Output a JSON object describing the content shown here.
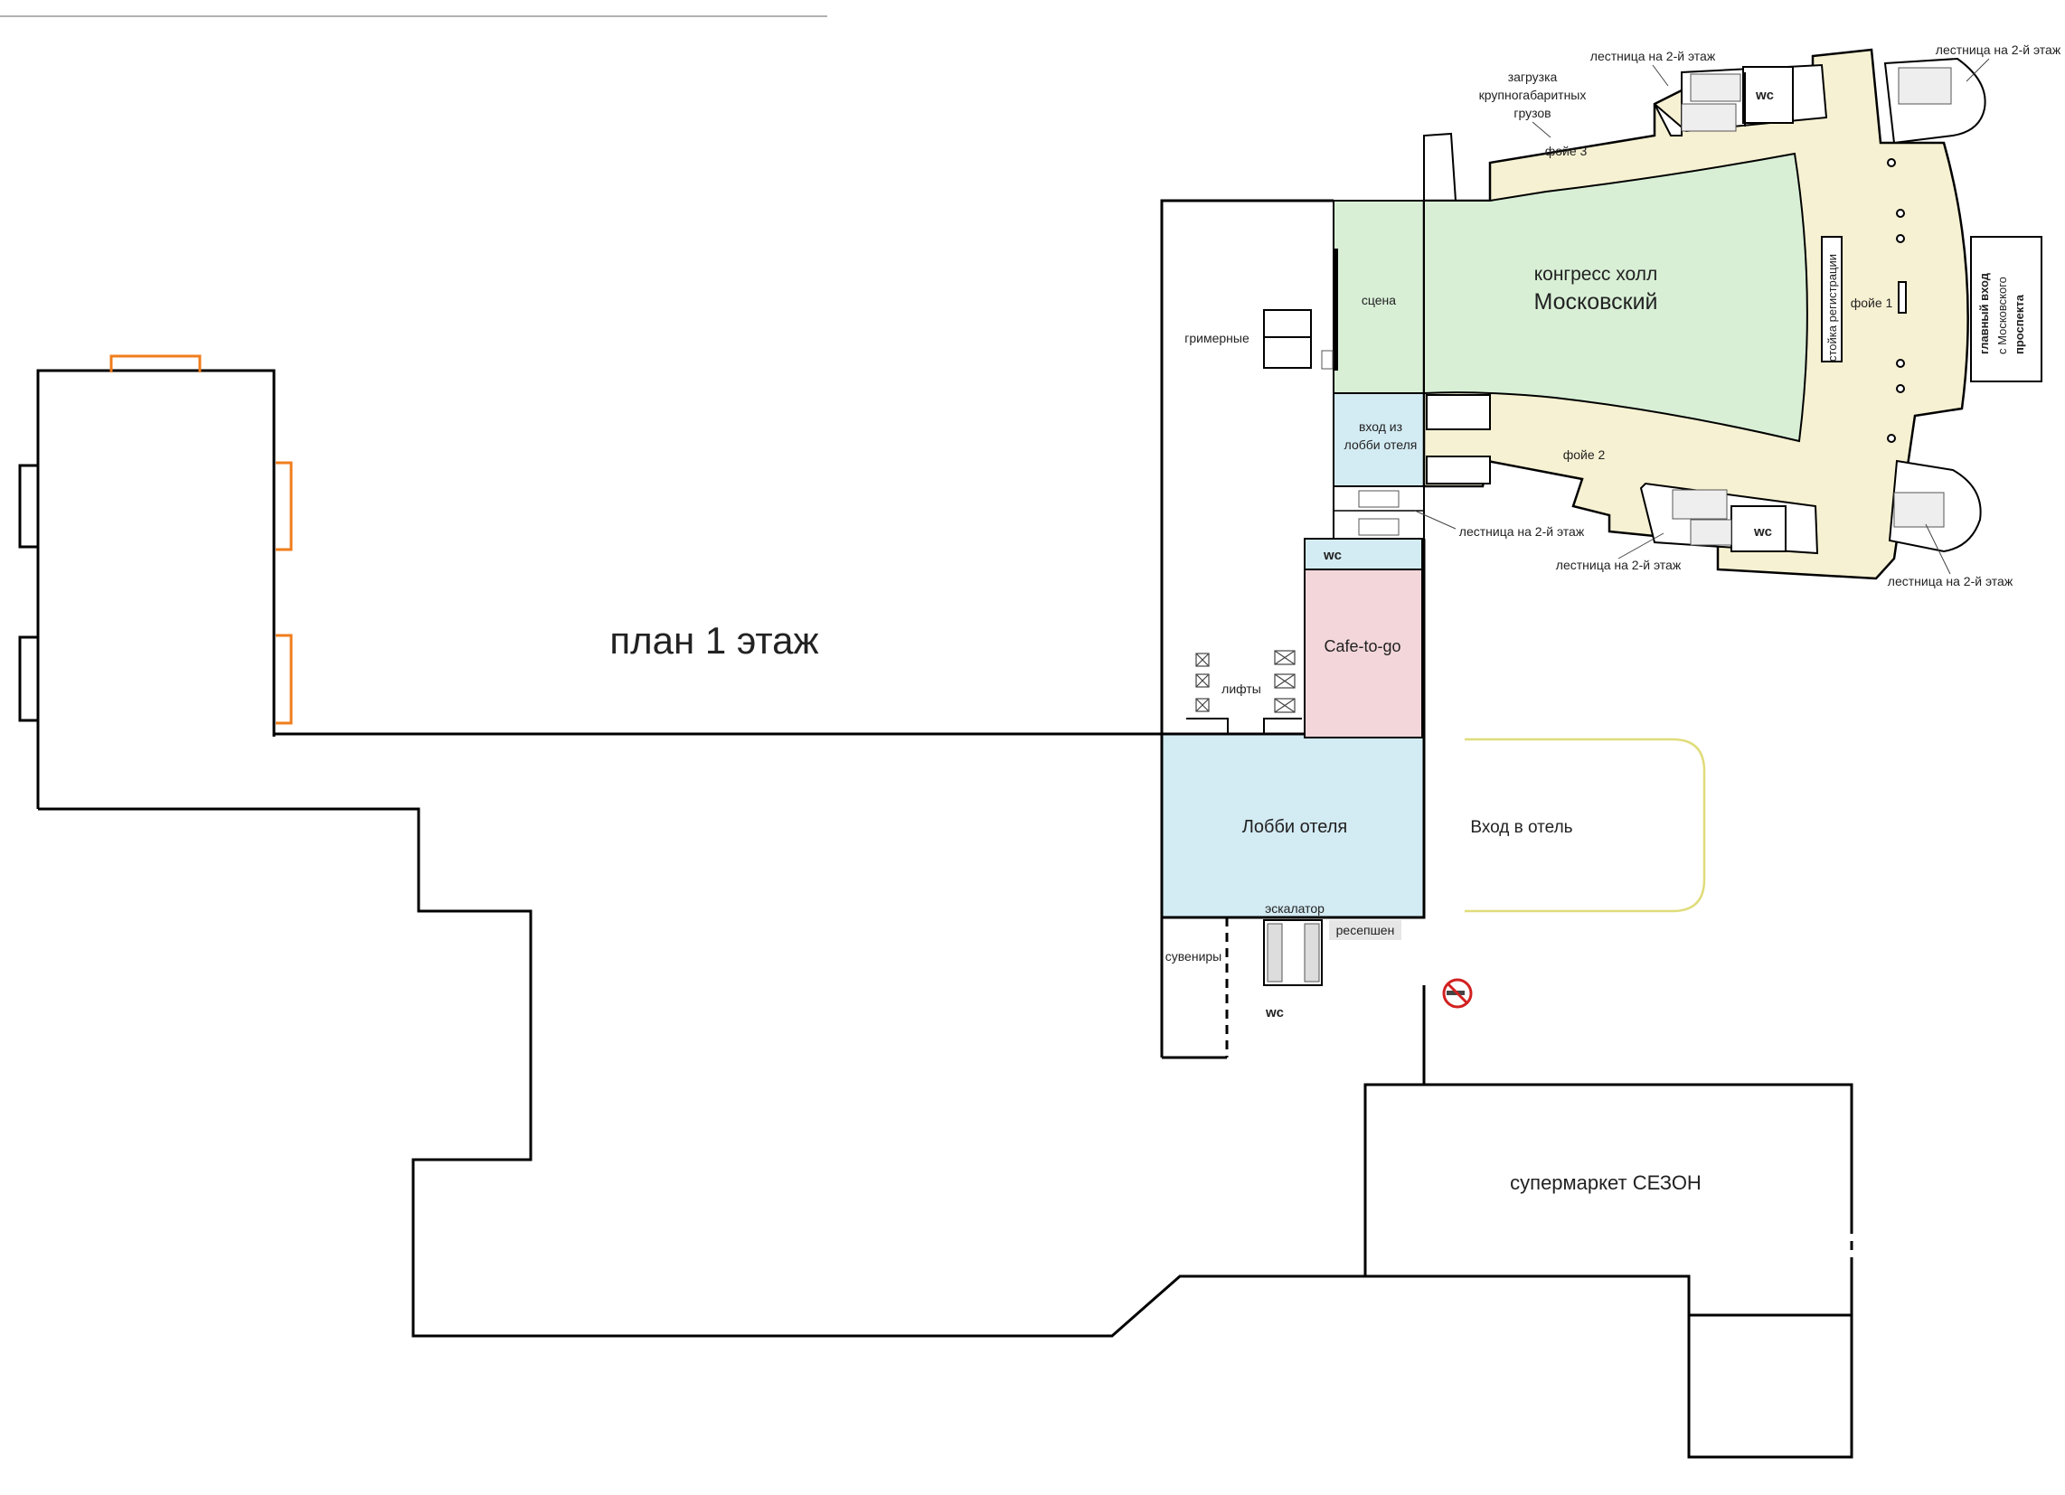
{
  "title": "план 1 этаж",
  "rooms": {
    "congress_hall_line1": "конгресс холл",
    "congress_hall_line2": "Московский",
    "stage": "сцена",
    "dressing_rooms": "гримерные",
    "foyer_1": "фойе 1",
    "foyer_2": "фойе 2",
    "foyer_3": "фойе 3",
    "registration_desk": "стойка регистрации",
    "main_entrance_line1": "главный вход",
    "main_entrance_line2": "с Московского",
    "main_entrance_line3": "проспекта",
    "hotel_lobby_entry_line1": "вход из",
    "hotel_lobby_entry_line2": "лобби отеля",
    "cafe": "Cafe-to-go",
    "elevators": "лифты",
    "hotel_lobby": "Лобби отеля",
    "hotel_entrance": "Вход в отель",
    "escalator": "эскалатор",
    "reception": "ресепшен",
    "souvenirs": "сувениры",
    "supermarket": "супермаркет СЕЗОН",
    "cargo_line1": "загрузка",
    "cargo_line2": "крупногабаритных",
    "cargo_line3": "грузов"
  },
  "wc_labels": [
    "wc",
    "wc",
    "wc",
    "wc"
  ],
  "stairs_labels": [
    "лестница на 2-й этаж",
    "лестница на 2-й этаж",
    "лестница на 2-й этаж",
    "лестница на 2-й этаж",
    "лестница на 2-й этаж"
  ],
  "icons": [
    "no-smoking-icon",
    "elevator-icon",
    "stairs-icon"
  ],
  "colors": {
    "hall": "#d8efd6",
    "foyer": "#f6f1d2",
    "lobby": "#d3ebf3",
    "cafe": "#f2d6da",
    "entrance_outline": "#e0dc7a",
    "accent_orange": "#f07d1c",
    "no_smoking": "#d22020"
  }
}
